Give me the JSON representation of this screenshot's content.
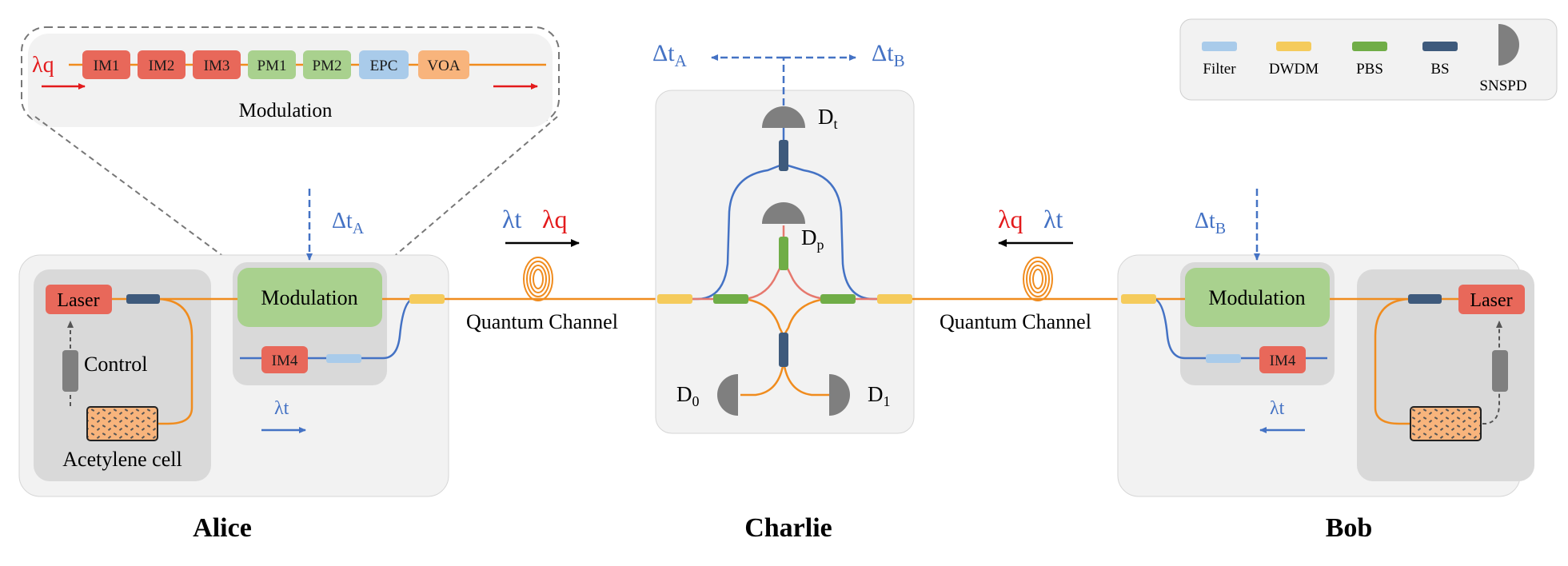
{
  "colors": {
    "fiber_orange": "#f08c1e",
    "fiber_blue": "#4472c4",
    "fiber_pink": "#e6786e",
    "signal_red": "#e31a1c",
    "label_blue": "#4472c4",
    "panel_light": "#f2f2f2",
    "panel_dark": "#d9d9d9",
    "im_red": "#e8685a",
    "pm_green": "#a9d18e",
    "epc_blue": "#a9cbea",
    "voa_orange": "#f8b47c",
    "filter": "#a9cbea",
    "dwdm": "#f5cb5c",
    "pbs": "#70ad47",
    "bs": "#3e5a7c",
    "snspd": "#7f7f7f",
    "acetylene": "#f8b47c"
  },
  "legend": {
    "filter": "Filter",
    "dwdm": "DWDM",
    "pbs": "PBS",
    "bs": "BS",
    "snspd": "SNSPD"
  },
  "modulation_inset": {
    "label": "Modulation",
    "input_signal": "λq",
    "components": [
      "IM1",
      "IM2",
      "IM3",
      "PM1",
      "PM2",
      "EPC",
      "VOA"
    ]
  },
  "alice": {
    "name": "Alice",
    "laser": "Laser",
    "control": "Control",
    "acetylene_cell": "Acetylene cell",
    "modulation": "Modulation",
    "im4": "IM4",
    "lambda_t": "λt",
    "delta_t": "Δt",
    "delta_t_sub": "A"
  },
  "bob": {
    "name": "Bob",
    "laser": "Laser",
    "modulation": "Modulation",
    "im4": "IM4",
    "lambda_t": "λt",
    "delta_t": "Δt",
    "delta_t_sub": "B"
  },
  "charlie": {
    "name": "Charlie",
    "detector_t": "D",
    "detector_t_sub": "t",
    "detector_p": "D",
    "detector_p_sub": "p",
    "detector_0": "D",
    "detector_0_sub": "0",
    "detector_1": "D",
    "detector_1_sub": "1",
    "delta_t_a": "Δt",
    "delta_t_a_sub": "A",
    "delta_t_b": "Δt",
    "delta_t_b_sub": "B"
  },
  "channels": {
    "left_label": "Quantum Channel",
    "right_label": "Quantum Channel",
    "left_lambda_t": "λt",
    "left_lambda_q": "λq",
    "right_lambda_q": "λq",
    "right_lambda_t": "λt"
  }
}
